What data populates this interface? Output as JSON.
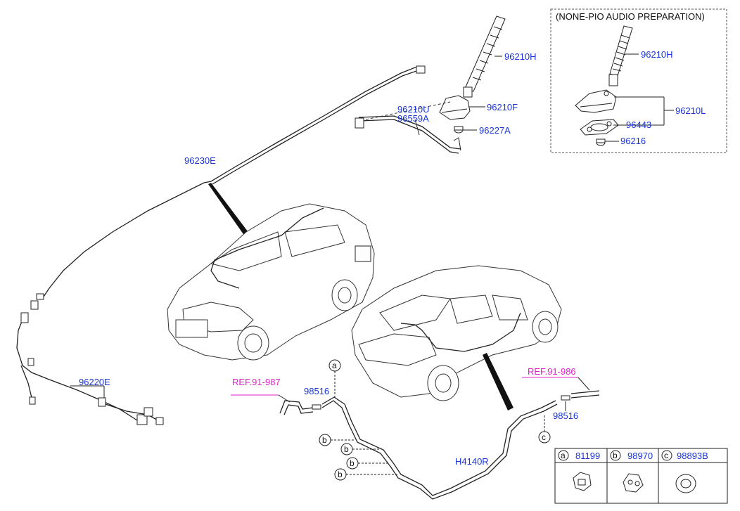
{
  "callouts": {
    "p96210H_main": "96210H",
    "p96210F": "96210F",
    "p96210U": "96210U",
    "p96559A": "96559A",
    "p96227A": "96227A",
    "p96230E": "96230E",
    "p96220E": "96220E",
    "p98516_left": "98516",
    "p98516_right": "98516",
    "pH4140R": "H4140R",
    "p96210H_inset": "96210H",
    "p96210L": "96210L",
    "p96443": "96443",
    "p96216": "96216"
  },
  "refs": {
    "left": "REF.91-987",
    "right": "REF.91-986"
  },
  "inset": {
    "title": "(NONE-PIO AUDIO PREPARATION)"
  },
  "circle_letters": {
    "a": "a",
    "b": "b",
    "c": "c"
  },
  "legend": [
    {
      "letter": "a",
      "part": "81199"
    },
    {
      "letter": "b",
      "part": "98970"
    },
    {
      "letter": "c",
      "part": "98893B"
    }
  ],
  "colors": {
    "part_number": "#1a35d6",
    "reference": "#e020c8",
    "line": "#222222"
  }
}
